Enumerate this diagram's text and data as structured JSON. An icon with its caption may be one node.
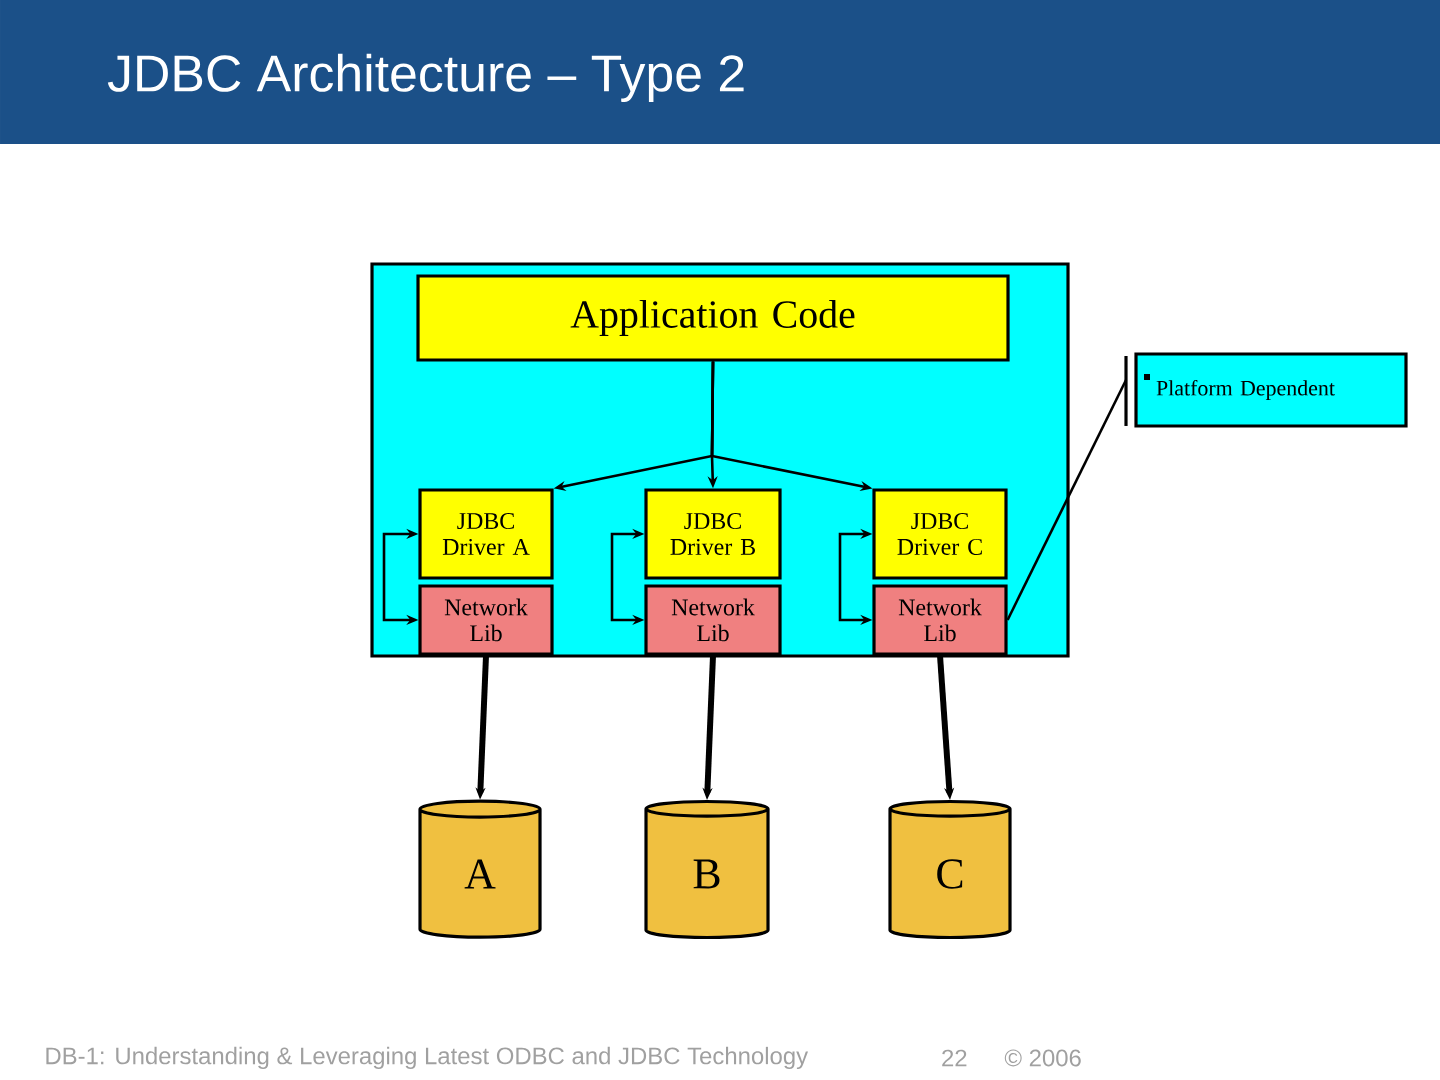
{
  "diagram": {
    "title": "JDBC Architecture – Type 2",
    "nodes": [
      {
        "text": [],
        "shape": "box"
      },
      {
        "text": [
          "Application Code"
        ],
        "in": 0
      },
      {
        "text": [
          "JDBC Driver A"
        ],
        "in": 0
      },
      {
        "text": [
          "Network Lib"
        ],
        "in": 0
      },
      {
        "text": [
          "JDBC Driver B"
        ],
        "in": 0
      },
      {
        "text": [
          "Network Lib"
        ],
        "in": 0
      },
      {
        "text": [
          "JDBC Driver C"
        ],
        "in": 0
      },
      {
        "text": [
          "Network Lib"
        ],
        "in": 0
      },
      {
        "text": [
          "Platform Dependent"
        ]
      },
      {
        "text": [
          "A"
        ]
      },
      {
        "text": [
          "B"
        ]
      },
      {
        "text": [
          "C"
        ]
      }
    ],
    "edges": [
      {
        "from": 1,
        "to": 2,
        "arrow": "to"
      },
      {
        "from": 1,
        "to": 4,
        "arrow": "to"
      },
      {
        "from": 1,
        "to": 6,
        "arrow": "to"
      },
      {
        "from": 2,
        "to": 3,
        "arrow": "both"
      },
      {
        "from": 4,
        "to": 5,
        "arrow": "both"
      },
      {
        "from": 6,
        "to": 7,
        "arrow": "both"
      },
      {
        "from": 3,
        "to": 9,
        "arrow": "to",
        "style": "thick"
      },
      {
        "from": 5,
        "to": 10,
        "arrow": "to",
        "style": "thick"
      },
      {
        "from": 7,
        "to": 11,
        "arrow": "to",
        "style": "thick"
      },
      {
        "from": 8,
        "to": 7,
        "arrow": "none"
      }
    ],
    "labels": [
      "DB-1: Understanding & Leveraging Latest ODBC and JDBC Technology",
      "22",
      "© 2006"
    ]
  }
}
